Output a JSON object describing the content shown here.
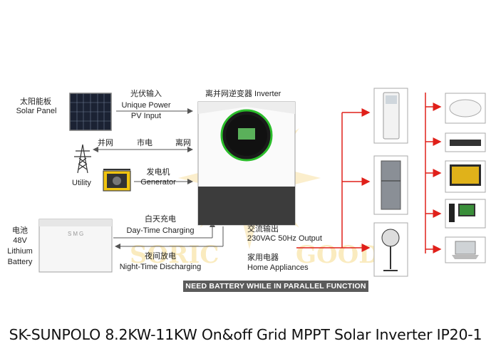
{
  "labels": {
    "solar_cn": "太阳能板",
    "solar_en": "Solar Panel",
    "pv_cn": "光伏输入",
    "pv_en1": "Unique Power",
    "pv_en2": "PV Input",
    "inverter": "离并网逆变器 Inverter",
    "grid_parallel": "并网",
    "grid_mains": "市电",
    "grid_off": "离网",
    "utility": "Utility",
    "generator_cn": "发电机",
    "generator_en": "Generator",
    "battery_cn": "电池",
    "battery_v": "48V",
    "battery_type": "Lithium",
    "battery_en": "Battery",
    "day_cn": "白天充电",
    "day_en": "Day-Time Charging",
    "night_cn": "夜间放电",
    "night_en": "Night-Time Discharging",
    "ac_cn": "交流输出",
    "ac_en": "230VAC 50Hz Output",
    "home_cn": "家用电器",
    "home_en": "Home Appliances",
    "battery_brand": "SMG"
  },
  "watermark": {
    "left": "SORIC",
    "right": "GOOD"
  },
  "notice": "NEED BATTERY WHILE IN PARALLEL FUNCTION",
  "footer": "SK-SUNPOLO 8.2KW-11KW On&off Grid MPPT Solar Inverter IP20-1",
  "colors": {
    "wire": "#e0201a",
    "line": "#555555",
    "watermark": "#f2c84b",
    "notice_bg": "#5b5b5b",
    "screen": "#1a1a1a",
    "screen_ring": "#2bbd2b"
  }
}
